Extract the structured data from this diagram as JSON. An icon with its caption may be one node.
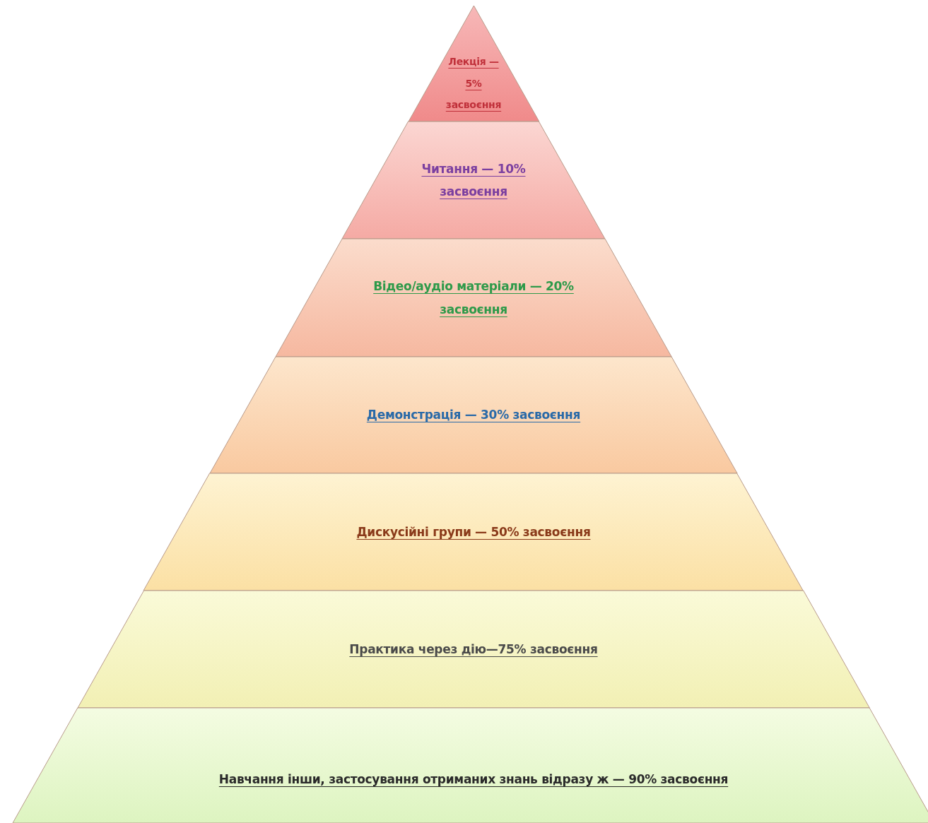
{
  "diagram": {
    "nodes": [
      {
        "text": [
          "Лекція — 5% засвоєння"
        ]
      },
      {
        "text": [
          "Читання — 10% засвоєння"
        ]
      },
      {
        "text": [
          "Відео/аудіо матеріали — 20% засвоєння"
        ]
      },
      {
        "text": [
          "Демонстрація — 30% засвоєння"
        ]
      },
      {
        "text": [
          "Дискусійні групи — 50% засвоєння"
        ]
      },
      {
        "text": [
          "Практика через дію—75% засвоєння"
        ]
      },
      {
        "text": [
          "Навчання інши, застосування отриманих знань відразу ж — 90% засвоєння"
        ]
      }
    ]
  }
}
